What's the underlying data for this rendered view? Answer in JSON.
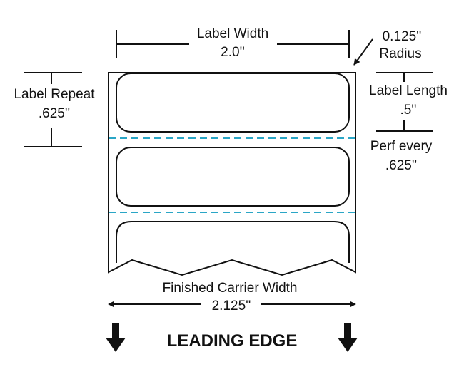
{
  "labels": {
    "label_width": {
      "title": "Label Width",
      "value": "2.0''"
    },
    "radius": {
      "value": "0.125''",
      "title": "Radius"
    },
    "label_repeat": {
      "title": "Label Repeat",
      "value": ".625''"
    },
    "label_length": {
      "title": "Label Length",
      "value": ".5''"
    },
    "perf": {
      "title": "Perf every",
      "value": ".625''"
    },
    "carrier_width": {
      "title": "Finished Carrier Width",
      "value": "2.125''"
    },
    "leading_edge": "LEADING EDGE"
  },
  "colors": {
    "line": "#111111",
    "perforation": "#2aa6c6",
    "background": "#ffffff"
  }
}
